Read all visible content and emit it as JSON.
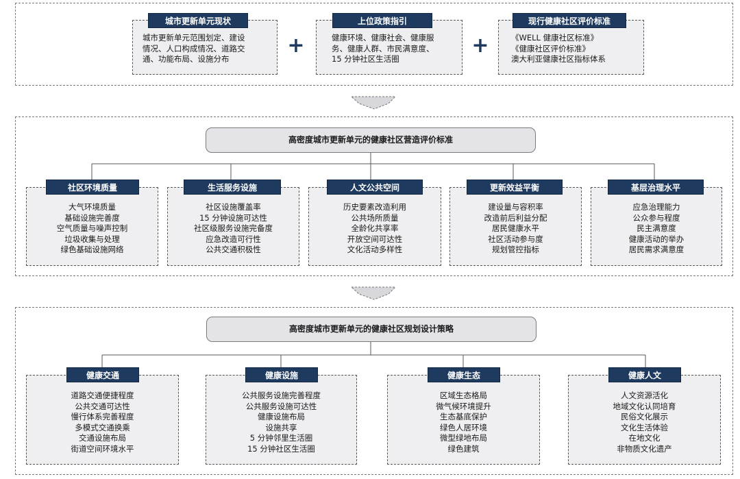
{
  "top": {
    "boxes": [
      {
        "title": "城市更新单元现状",
        "lines": [
          "城市更新单元范围划定、建设",
          "情况、人口构成情况、道路交",
          "通、功能布局、设施分布"
        ]
      },
      {
        "title": "上位政策指引",
        "lines": [
          "健康环境、健康社会、健康服",
          "务、健康人群、市民满意度、",
          "15 分钟社区生活圈"
        ]
      },
      {
        "title": "现行健康社区评价标准",
        "lines": [
          "《WELL 健康社区标准》",
          "《健康社区评价标准》",
          "澳大利亚健康社区指标体系"
        ]
      }
    ],
    "plus_symbol": "+"
  },
  "middle": {
    "title": "高密度城市更新单元的健康社区营造评价标准",
    "boxes": [
      {
        "title": "社区环境质量",
        "lines": [
          "大气环境质量",
          "基础设施完善度",
          "空气质量与噪声控制",
          "垃圾收集与处理",
          "绿色基础设施网络"
        ]
      },
      {
        "title": "生活服务设施",
        "lines": [
          "社区设施覆盖率",
          "15 分钟设施可达性",
          "社区级服务设施完备度",
          "应急改造可行性",
          "公共交通积极性"
        ]
      },
      {
        "title": "人文公共空间",
        "lines": [
          "历史要素改造利用",
          "公共场所质量",
          "全龄化共享率",
          "开放空间可达性",
          "文化活动多样性"
        ]
      },
      {
        "title": "更新效益平衡",
        "lines": [
          "建设量与容积率",
          "改造前后利益分配",
          "居民健康水平",
          "社区活动参与度",
          "规划管控指标"
        ]
      },
      {
        "title": "基层治理水平",
        "lines": [
          "应急治理能力",
          "公众参与程度",
          "民主满意度",
          "健康活动的举办",
          "居民需求满意度"
        ]
      }
    ]
  },
  "bottom": {
    "title": "高密度城市更新单元的健康社区规划设计策略",
    "boxes": [
      {
        "title": "健康交通",
        "lines": [
          "道路交通便捷程度",
          "公共交通可达性",
          "慢行体系完善程度",
          "多模式交通换乘",
          "交通设施布局",
          "街道空间环境水平"
        ]
      },
      {
        "title": "健康设施",
        "lines": [
          "公共服务设施完善程度",
          "公共服务设施可达性",
          "健康设施布局",
          "设施共享",
          "5 分钟邻里生活圈",
          "15 分钟社区生活圈"
        ]
      },
      {
        "title": "健康生态",
        "lines": [
          "区域生态格局",
          "微气候环境提升",
          "生态基底保护",
          "绿色人居环境",
          "微型绿地布局",
          "绿色建筑"
        ]
      },
      {
        "title": "健康人文",
        "lines": [
          "人文资源活化",
          "地域文化认同培育",
          "民俗文化展示",
          "文化生活体验",
          "在地文化",
          "非物质文化遗产"
        ]
      }
    ]
  },
  "colors": {
    "header": "#1f3a5f",
    "box_fill": "#efeff1",
    "center_fill": "#e4e4e8"
  }
}
